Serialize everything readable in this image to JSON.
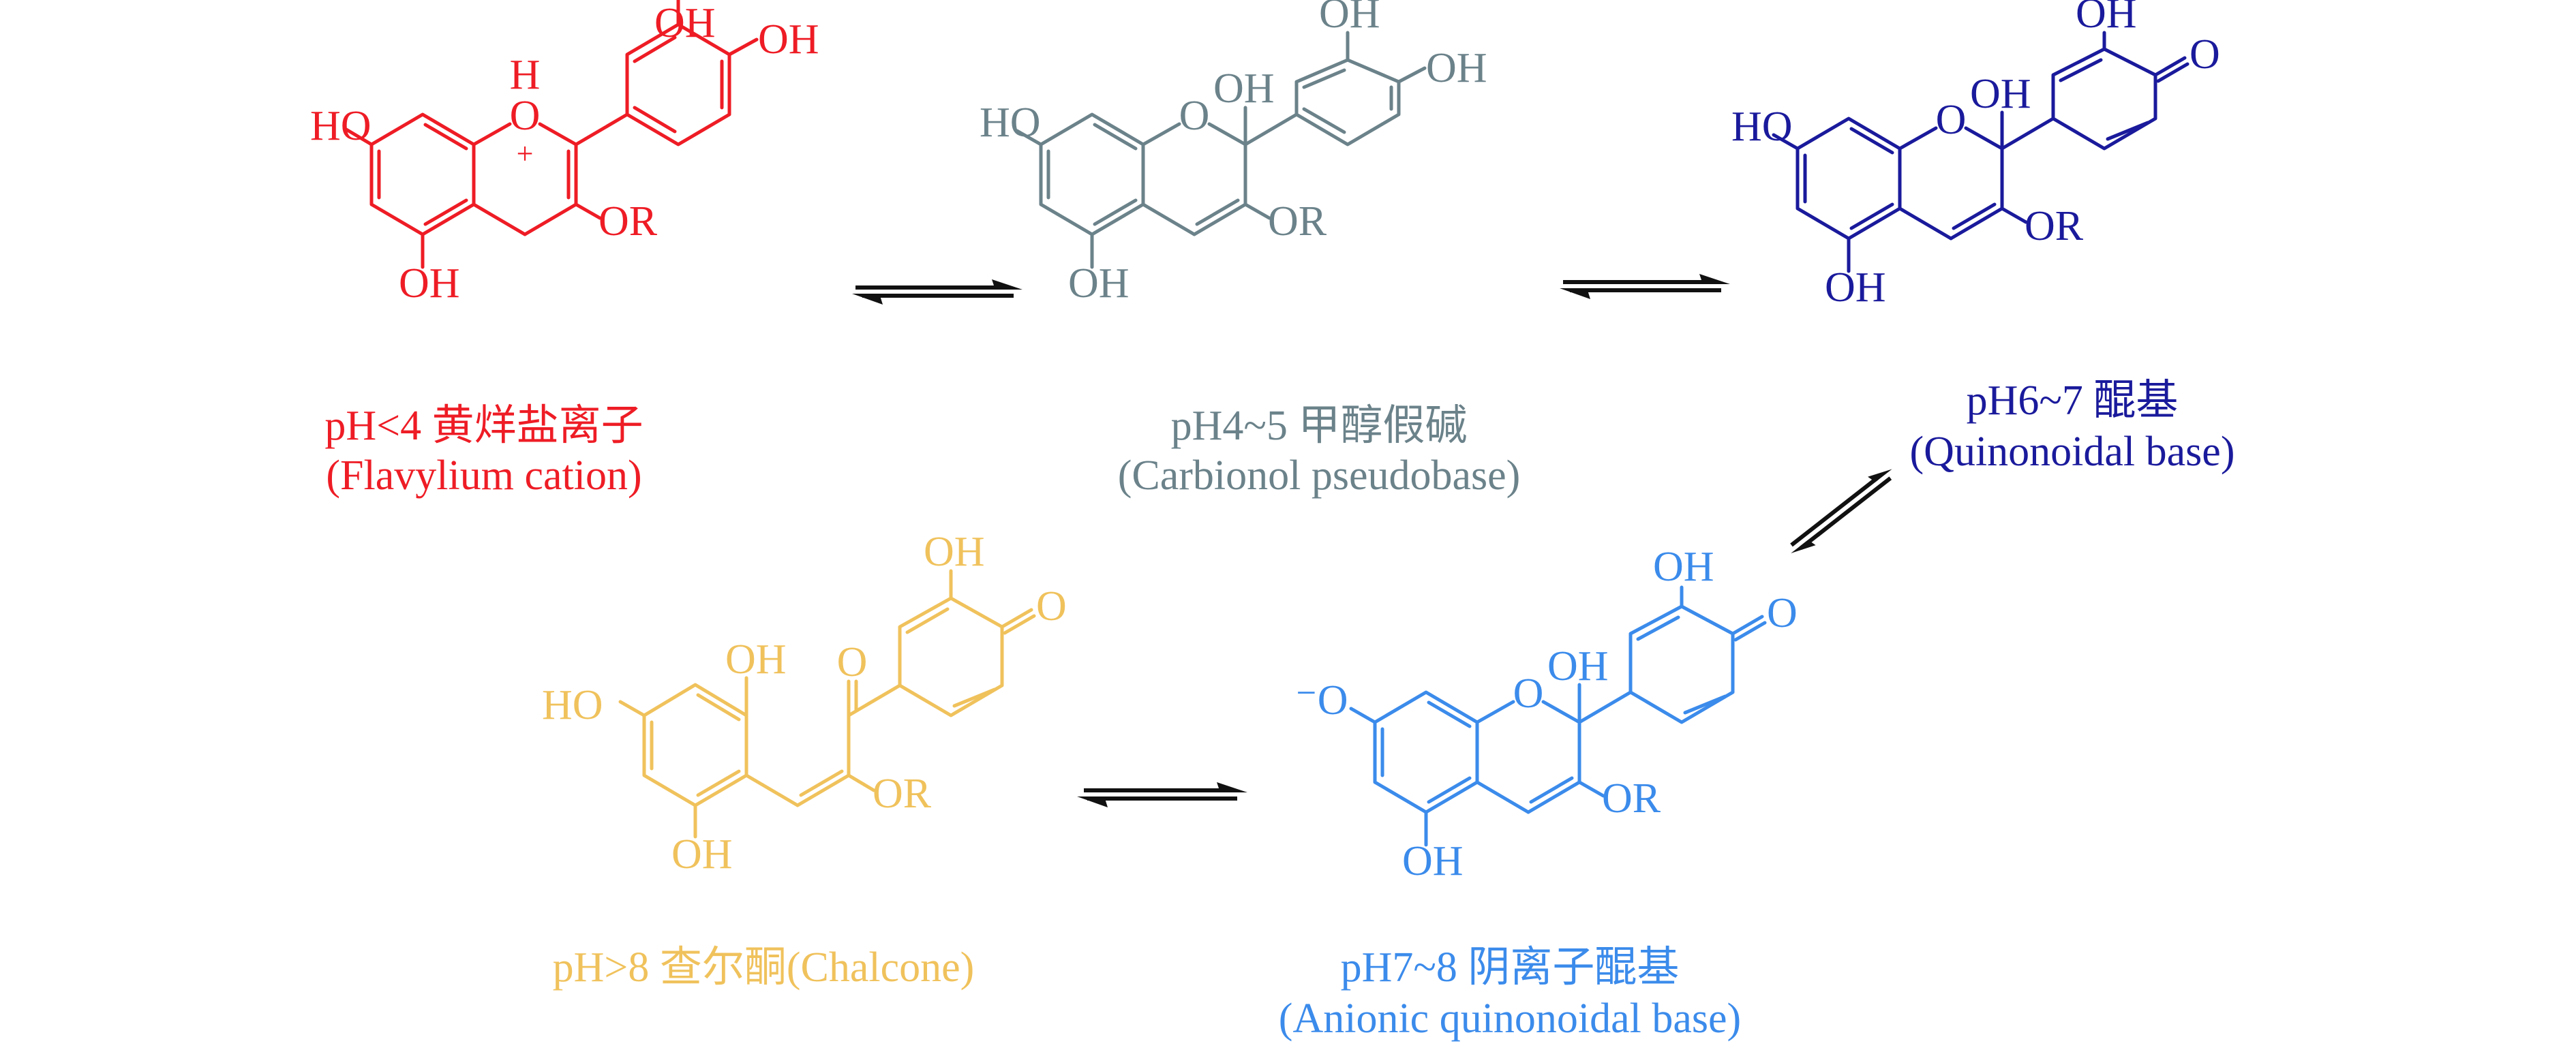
{
  "species": [
    {
      "id": "flavylium",
      "color": "#ee1c25",
      "caption_cn": "pH<4 黄烊盐离子",
      "caption_en": "(Flavylium cation)",
      "atoms": {
        "oh_top": "OH",
        "oh_right": "OH",
        "ho_left": "HO",
        "h_oxonium": "H",
        "o_ring": "O",
        "charge": "+",
        "or": "OR",
        "oh_bottom": "OH"
      }
    },
    {
      "id": "carbinol",
      "color": "#6b828a",
      "caption_cn": "pH4~5 甲醇假碱",
      "caption_en": "(Carbionol pseudobase)",
      "atoms": {
        "oh_top": "OH",
        "oh_right": "OH",
        "oh_c2": "OH",
        "ho_left": "HO",
        "o_ring": "O",
        "or": "OR",
        "oh_bottom": "OH"
      }
    },
    {
      "id": "quinonoidal",
      "color": "#1a1a9c",
      "caption_cn": "pH6~7 醌基",
      "caption_en": "(Quinonoidal base)",
      "atoms": {
        "oh_top": "OH",
        "o_keto": "O",
        "oh_c2": "OH",
        "ho_left": "HO",
        "o_ring": "O",
        "or": "OR",
        "oh_bottom": "OH"
      }
    },
    {
      "id": "anionic",
      "color": "#3b8beb",
      "caption_cn": "pH7~8 阴离子醌基",
      "caption_en": "(Anionic quinonoidal base)",
      "atoms": {
        "oh_top": "OH",
        "o_keto": "O",
        "oh_c2": "OH",
        "o_minus": "⁻O",
        "o_ring": "O",
        "or": "OR",
        "oh_bottom": "OH"
      }
    },
    {
      "id": "chalcone",
      "color": "#f0c25c",
      "caption_cn": "pH>8 查尔酮(Chalcone)",
      "atoms": {
        "oh_top": "OH",
        "o_keto": "O",
        "o_carbonyl": "O",
        "oh_ring": "OH",
        "ho_left": "HO",
        "or": "OR",
        "oh_bottom": "OH"
      }
    }
  ],
  "arrows": [
    {
      "from": "flavylium",
      "to": "carbinol",
      "type": "equilibrium"
    },
    {
      "from": "carbinol",
      "to": "quinonoidal",
      "type": "equilibrium"
    },
    {
      "from": "quinonoidal",
      "to": "anionic",
      "type": "equilibrium"
    },
    {
      "from": "anionic",
      "to": "chalcone",
      "type": "equilibrium"
    }
  ]
}
